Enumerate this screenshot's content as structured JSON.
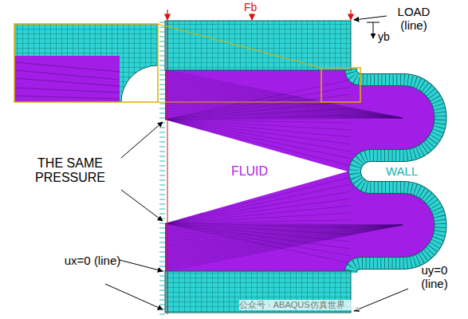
{
  "diagram": {
    "labels": [
      "Fb",
      "LOAD (line)",
      "yb",
      "THE SAME PRESSURE",
      "FLUID",
      "WALL",
      "ux=0 (line)",
      "uy=0 (line)",
      "公众号 · ABAQUS仿真世界"
    ]
  }
}
